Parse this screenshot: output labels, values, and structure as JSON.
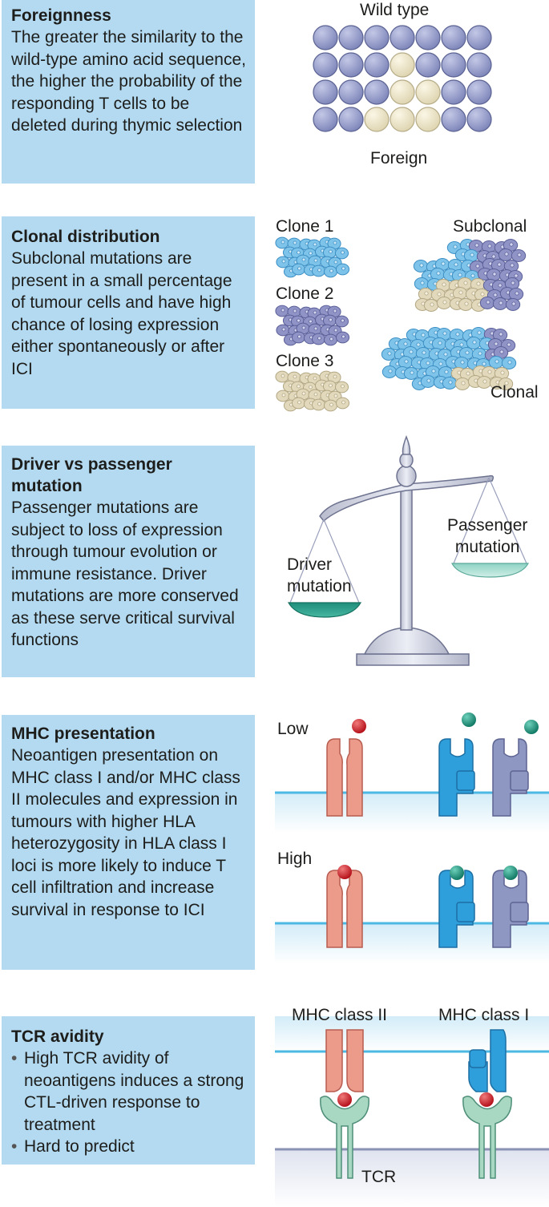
{
  "panels": {
    "foreignness": {
      "title": "Foreignness",
      "text": "The greater the similarity to the wild-type amino acid sequence, the higher the probability of the responding T cells to be deleted during thymic selection"
    },
    "clonal": {
      "title": "Clonal distribution",
      "text": "Subclonal mutations are present in a small percentage of tumour cells and have high chance of losing expression either spontaneously or after ICI"
    },
    "driver": {
      "title": "Driver vs passenger mutation",
      "text": "Passenger mutations are subject to loss of expression through tumour evolution or immune resistance. Driver mutations are more conserved as these serve critical survival functions"
    },
    "mhc": {
      "title": "MHC presentation",
      "text": "Neoantigen presentation on MHC class I and/or MHC class II molecules and expression in tumours with higher HLA heterozygosity in HLA class I loci is more likely to induce T cell infiltration and increase survival in response to ICI"
    },
    "tcr": {
      "title": "TCR avidity",
      "bullets": [
        "High TCR avidity of neoantigens induces a strong CTL-driven response to treatment",
        "Hard to predict"
      ]
    }
  },
  "figure": {
    "wild_type": "Wild type",
    "foreign": "Foreign",
    "clone1": "Clone 1",
    "clone2": "Clone 2",
    "clone3": "Clone 3",
    "subclonal": "Subclonal",
    "clonal": "Clonal",
    "driver_line1": "Driver",
    "driver_line2": "mutation",
    "passenger_line1": "Passenger",
    "passenger_line2": "mutation",
    "low": "Low",
    "high": "High",
    "mhc_class_ii": "MHC class II",
    "mhc_class_i": "MHC class I",
    "tcr": "TCR"
  },
  "colors": {
    "panel_bg": "#b3daf0",
    "wildtype_bead": "#8f97c4",
    "foreign_bead": "#ebe4c9",
    "clone1": "#7ec4ea",
    "clone2": "#8f93c6",
    "clone3": "#e2d9bc",
    "mhc_class_ii": "#ec9a8a",
    "mhc_class_i": "#2f9fdc",
    "mhc_alt": "#8e97c2",
    "peptide_red": "#d6262e",
    "peptide_teal": "#1f9c84",
    "tcr": "#a9d8c2",
    "membrane": "#4cb8e3"
  }
}
